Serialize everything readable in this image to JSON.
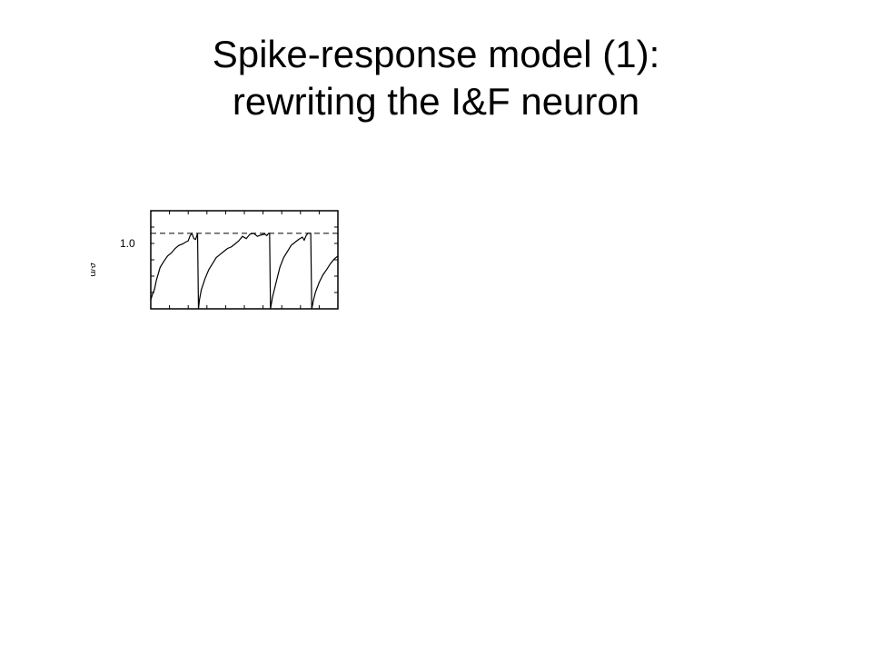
{
  "slide": {
    "title_line1": "Spike-response model (1):",
    "title_line2": "rewriting the I&F neuron"
  },
  "figure": {
    "ylabel": "u/ϑ",
    "threshold_label": "1.0",
    "colors": {
      "trace": "#000000",
      "frame": "#000000",
      "threshold": "#000000"
    }
  },
  "chart_data": {
    "type": "line",
    "title": "",
    "xlabel": "",
    "ylabel": "u/ϑ",
    "y_tick_labels": [
      "1.0"
    ],
    "ylim": [
      0,
      1.3
    ],
    "xlim": [
      0,
      100
    ],
    "threshold": 1.0,
    "grid": false,
    "series": [
      {
        "values_note": "",
        "x": [
          0,
          1,
          2,
          3,
          5,
          7,
          9,
          11,
          13,
          15,
          17,
          19,
          20,
          21,
          22,
          23,
          24,
          25,
          25.5,
          26,
          27,
          29,
          31,
          33,
          35,
          37,
          39,
          41,
          43,
          45,
          47,
          49,
          51,
          53,
          55,
          57,
          59,
          61,
          62,
          63,
          63.5,
          64,
          65,
          67,
          69,
          71,
          73,
          75,
          77,
          79,
          81,
          82,
          83,
          84,
          85.5,
          86,
          87,
          88,
          90,
          92,
          94,
          96,
          98,
          100
        ],
        "y": [
          0.12,
          0.2,
          0.26,
          0.38,
          0.55,
          0.63,
          0.7,
          0.74,
          0.8,
          0.84,
          0.86,
          0.89,
          0.9,
          0.97,
          1.0,
          0.93,
          0.92,
          1.0,
          0.0,
          0.12,
          0.25,
          0.4,
          0.52,
          0.6,
          0.68,
          0.72,
          0.76,
          0.8,
          0.82,
          0.86,
          0.9,
          0.96,
          0.93,
          0.99,
          1.0,
          0.96,
          0.98,
          0.99,
          0.97,
          1.0,
          1.0,
          0.0,
          0.15,
          0.35,
          0.55,
          0.68,
          0.76,
          0.84,
          0.88,
          0.92,
          0.95,
          0.91,
          0.97,
          1.0,
          1.0,
          0.0,
          0.12,
          0.22,
          0.35,
          0.45,
          0.52,
          0.6,
          0.66,
          0.7
        ]
      }
    ]
  }
}
